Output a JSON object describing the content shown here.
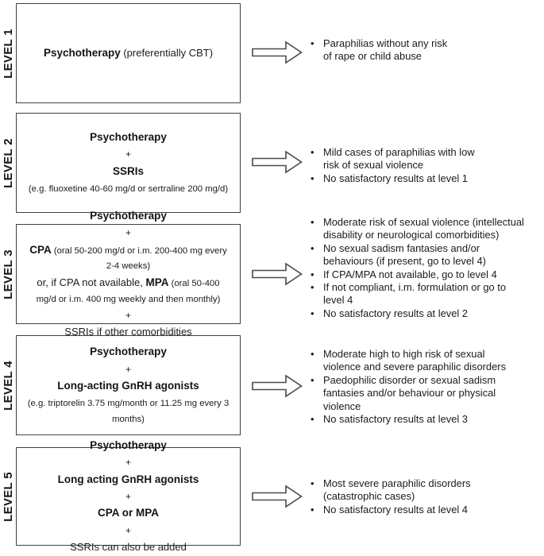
{
  "colors": {
    "background": "#ffffff",
    "box_border": "#414141",
    "text": "#1b1b1b",
    "arrow_outline": "#4a4a4a"
  },
  "icons": {
    "arrow": "right-block-arrow-icon"
  },
  "levels": [
    {
      "label": "LEVEL 1",
      "box_lines": [
        [
          {
            "text": "Psychotherapy",
            "style": "bold"
          },
          {
            "text": " (preferentially CBT)",
            "style": "reg"
          }
        ]
      ],
      "bullets": [
        "Paraphilias without any risk\nof rape or child abuse"
      ]
    },
    {
      "label": "LEVEL 2",
      "box_lines": [
        [
          {
            "text": "Psychotherapy",
            "style": "bold"
          }
        ],
        [
          {
            "text": "+",
            "style": "plus"
          }
        ],
        [
          {
            "text": "SSRIs",
            "style": "bold"
          }
        ],
        [
          {
            "text": "(e.g. fluoxetine 40-60 mg/d or sertraline 200 mg/d)",
            "style": "small"
          }
        ]
      ],
      "bullets": [
        "Mild cases of paraphilias with low\nrisk of sexual violence",
        "No satisfactory results at level 1"
      ]
    },
    {
      "label": "LEVEL 3",
      "box_lines": [
        [
          {
            "text": "Psychotherapy",
            "style": "bold"
          }
        ],
        [
          {
            "text": "+",
            "style": "plus"
          }
        ],
        [
          {
            "text": "CPA",
            "style": "bold"
          },
          {
            "text": " (oral 50-200 mg/d or i.m. 200-400 mg every\n2-4 weeks)",
            "style": "small"
          }
        ],
        [
          {
            "text": "or, if CPA not available, ",
            "style": "reg"
          },
          {
            "text": "MPA",
            "style": "bold"
          },
          {
            "text": " (oral 50-400\nmg/d or i.m. 400 mg weekly and then monthly)",
            "style": "small"
          }
        ],
        [
          {
            "text": "+",
            "style": "plus"
          }
        ],
        [
          {
            "text": "SSRIs if other comorbidities",
            "style": "reg"
          }
        ]
      ],
      "bullets": [
        "Moderate risk of sexual violence (intellectual\ndisability or neurological comorbidities)",
        "No sexual sadism fantasies and/or\nbehaviours (if present, go to level 4)",
        "If CPA/MPA not available, go to level 4",
        "If not compliant, i.m. formulation or go to\nlevel 4",
        "No satisfactory results at level 2"
      ]
    },
    {
      "label": "LEVEL 4",
      "box_lines": [
        [
          {
            "text": "Psychotherapy",
            "style": "bold"
          }
        ],
        [
          {
            "text": "+",
            "style": "plus"
          }
        ],
        [
          {
            "text": "Long-acting GnRH agonists",
            "style": "bold"
          }
        ],
        [
          {
            "text": "(e.g. triptorelin 3.75 mg/month or 11.25 mg every 3\nmonths)",
            "style": "small"
          }
        ]
      ],
      "bullets": [
        "Moderate high to high risk of sexual\nviolence and severe paraphilic disorders",
        "Paedophilic disorder or sexual sadism\nfantasies and/or behaviour or physical\nviolence",
        "No satisfactory results at level 3"
      ]
    },
    {
      "label": "LEVEL 5",
      "box_lines": [
        [
          {
            "text": "Psychotherapy",
            "style": "bold"
          }
        ],
        [
          {
            "text": "+",
            "style": "plus"
          }
        ],
        [
          {
            "text": "Long acting GnRH agonists",
            "style": "bold"
          }
        ],
        [
          {
            "text": "+",
            "style": "plus"
          }
        ],
        [
          {
            "text": "CPA or MPA",
            "style": "bold"
          }
        ],
        [
          {
            "text": "+",
            "style": "plus"
          }
        ],
        [
          {
            "text": "SSRIs can also be added",
            "style": "reg"
          }
        ]
      ],
      "bullets": [
        "Most severe paraphilic disorders\n(catastrophic cases)",
        "No satisfactory results at level 4"
      ]
    }
  ]
}
